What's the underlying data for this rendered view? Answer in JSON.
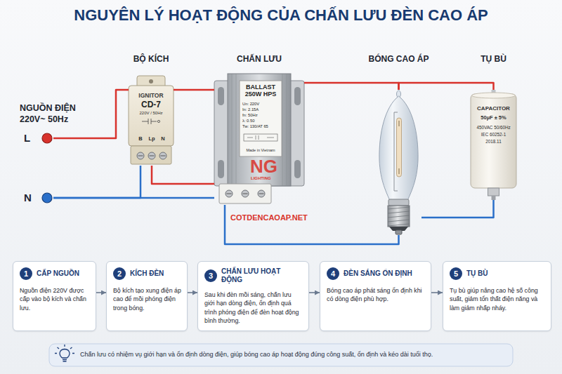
{
  "diagram": {
    "title": "NGUYÊN LÝ HOẠT ĐỘNG CỦA CHẤN LƯU ĐÈN CAO ÁP",
    "nodes": [
      {
        "text": [
          "L"
        ]
      },
      {
        "text": [
          "N"
        ]
      },
      {
        "text": [
          "BỘ KÍCH",
          "IGNITOR",
          "CD-7",
          "220V / 50Hz",
          "B",
          "Lp",
          "N"
        ]
      },
      {
        "text": [
          "CHẤN LƯU",
          "BALLAST 250W HPS",
          "Un: 220V",
          "In: 2.15A",
          "fn: 50Hz",
          "λ: 0.50",
          "Tw: 130/AT 65",
          "Made in Vietnam"
        ]
      },
      {
        "text": [
          "BÓNG CAO ÁP"
        ]
      },
      {
        "text": [
          "TỤ BÙ",
          "CAPACITOR",
          "50µF ± 5%",
          "450VAC 50/60Hz",
          "IEC 60252-1",
          "2018.11"
        ]
      },
      {
        "text": [
          "1",
          "CẤP NGUỒN",
          "Nguồn điện 220V được cấp vào bộ kích và chấn lưu."
        ]
      },
      {
        "text": [
          "2",
          "KÍCH ĐÈN",
          "Bộ kích tạo xung điện áp cao để mồi phóng điện trong bóng."
        ]
      },
      {
        "text": [
          "3",
          "CHẤN LƯU HOẠT ĐỘNG",
          "Sau khi đèn mồi sáng, chấn lưu giới hạn dòng điện, ổn định quá trình phóng điện để đèn hoạt động bình thường."
        ]
      },
      {
        "text": [
          "4",
          "ĐÈN SÁNG ỔN ĐỊNH",
          "Bóng cao áp phát sáng ổn định khi có dòng điện phù hợp."
        ]
      },
      {
        "text": [
          "5",
          "TỤ BÙ",
          "Tụ bù giúp nâng cao hệ số công suất, giảm tổn thất điện năng và làm giảm nhấp nháy."
        ]
      },
      {
        "text": [
          "Chấn lưu có nhiệm vụ giới hạn và ổn định dòng điện, giúp bóng cao áp hoạt động đúng công suất, ổn định và kéo dài tuổi thọ."
        ]
      }
    ],
    "edges": [
      {
        "from": 0,
        "to": 2,
        "arrow": "none"
      },
      {
        "from": 2,
        "to": 3,
        "arrow": "none"
      },
      {
        "from": 3,
        "to": 4,
        "arrow": "none"
      },
      {
        "from": 4,
        "to": 5,
        "arrow": "none"
      },
      {
        "from": 1,
        "to": 2,
        "arrow": "none"
      },
      {
        "from": 1,
        "to": 3,
        "arrow": "none"
      },
      {
        "from": 2,
        "to": 3,
        "arrow": "none"
      },
      {
        "from": 3,
        "to": 4,
        "arrow": "none"
      },
      {
        "from": 4,
        "to": 5,
        "arrow": "none"
      },
      {
        "from": 6,
        "to": 7,
        "arrow": "to"
      },
      {
        "from": 7,
        "to": 8,
        "arrow": "to"
      },
      {
        "from": 8,
        "to": 9,
        "arrow": "to"
      },
      {
        "from": 9,
        "to": 10,
        "arrow": "to"
      }
    ],
    "labels": [
      "NGUỒN ĐIỆN 220V~ 50Hz",
      "NG",
      "LIGHTING",
      "COTDENCAOAP.NET"
    ]
  }
}
